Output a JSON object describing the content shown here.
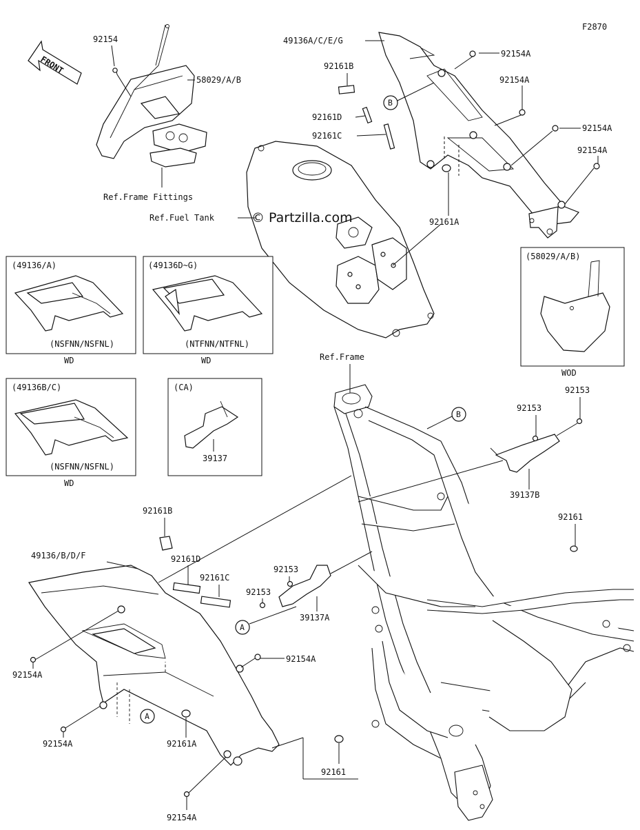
{
  "diagram_code": "F2870",
  "watermark": "© Partzilla.com",
  "front_arrow": "FRONT",
  "circle_refs": {
    "b1": "B",
    "b2": "B",
    "a1": "A",
    "a2": "A"
  },
  "labels": {
    "p92154_top": "92154",
    "p58029_ab": "58029/A/B",
    "ref_frame_fittings": "Ref.Frame Fittings",
    "ref_fuel_tank": "Ref.Fuel Tank",
    "p49136_aceg": "49136A/C/E/G",
    "p92154a_1": "92154A",
    "p92154a_2": "92154A",
    "p92154a_3": "92154A",
    "p92154a_4": "92154A",
    "p92161b_top": "92161B",
    "p92161d_top": "92161D",
    "p92161c_top": "92161C",
    "p92161a_top": "92161A",
    "ref_frame": "Ref.Frame",
    "p92153_r1": "92153",
    "p92153_r2": "92153",
    "p39137b": "39137B",
    "p92161_r": "92161",
    "p92161b_low": "92161B",
    "p49136_bdf": "49136/B/D/F",
    "p92161d_low": "92161D",
    "p92161c_low": "92161C",
    "p92153_m1": "92153",
    "p92153_m2": "92153",
    "p39137a": "39137A",
    "p92154a_m": "92154A",
    "p92154a_l1": "92154A",
    "p92154a_l2": "92154A",
    "p92161a_low": "92161A",
    "p92161_low": "92161",
    "p92154a_bottom": "92154A"
  },
  "inset_boxes": [
    {
      "title": "(49136/A)",
      "model": "(NSFNN/NSFNL)",
      "caption": "WD"
    },
    {
      "title": "(49136D~G)",
      "model": "(NTFNN/NTFNL)",
      "caption": "WD"
    },
    {
      "title": "(49136B/C)",
      "model": "(NSFNN/NSFNL)",
      "caption": "WD"
    },
    {
      "title": "(CA)",
      "part": "39137",
      "caption": ""
    },
    {
      "title": "(58029/A/B)",
      "caption": "WOD"
    }
  ]
}
